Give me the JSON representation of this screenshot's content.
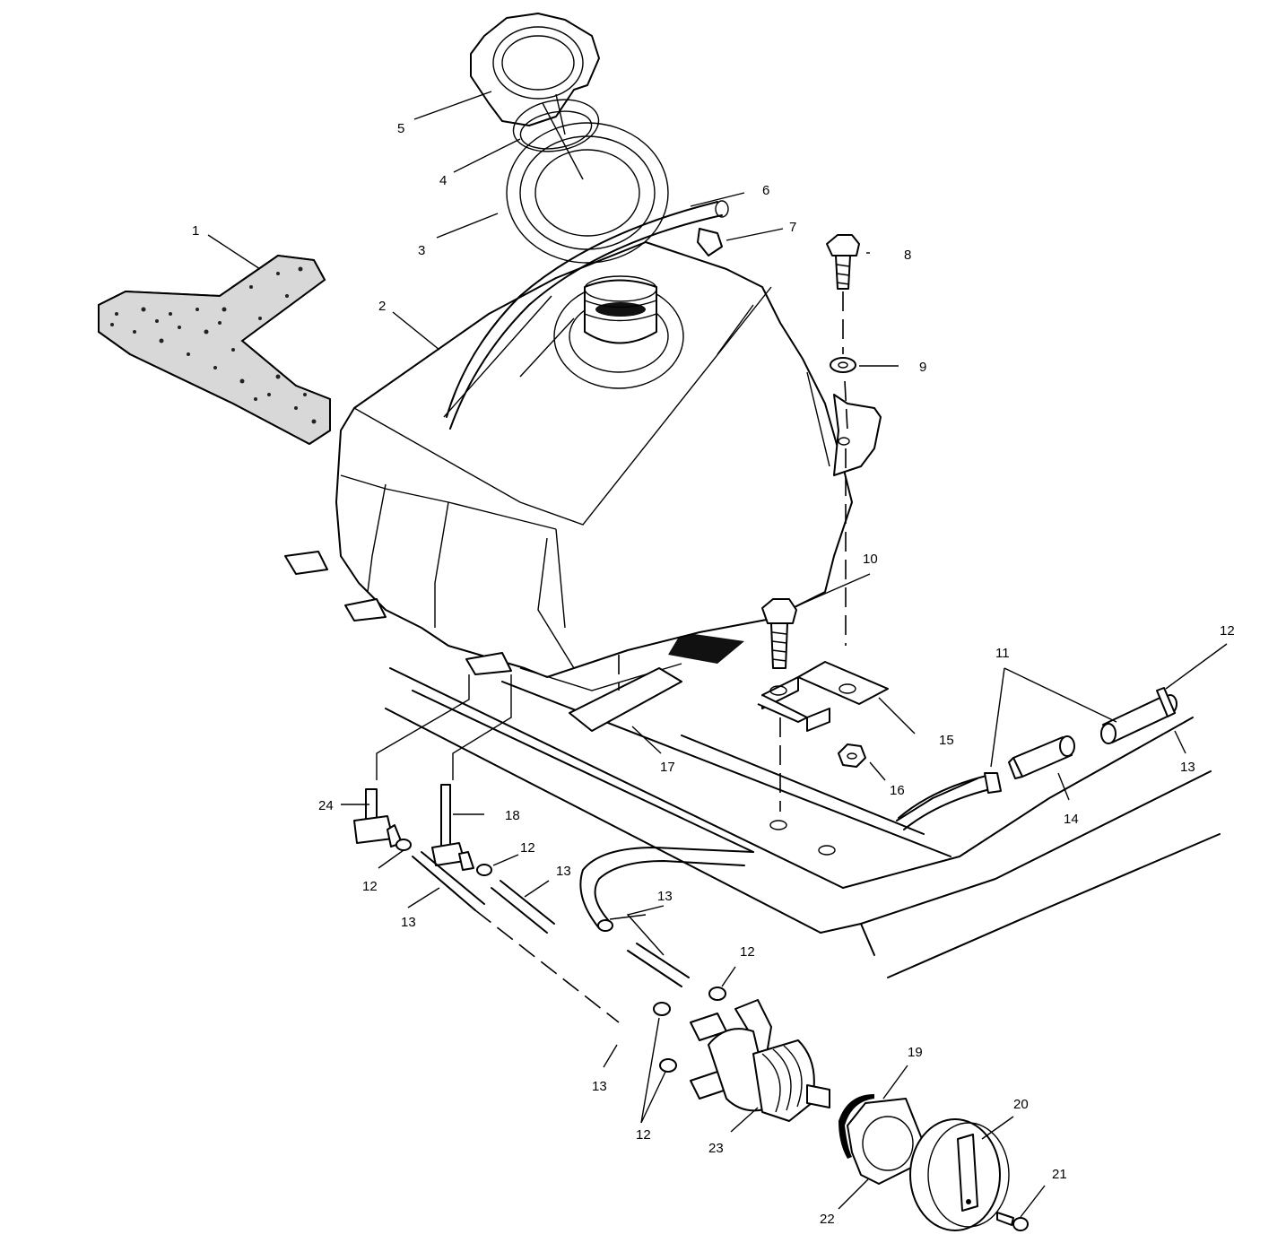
{
  "callouts": {
    "c1": "1",
    "c2": "2",
    "c3": "3",
    "c4": "4",
    "c5": "5",
    "c6": "6",
    "c7": "7",
    "c8": "8",
    "c9": "9",
    "c10": "10",
    "c11": "11",
    "c12_top": "12",
    "c12_left": "12",
    "c12_mid": "12",
    "c12_valve": "12",
    "c12_bottom": "12",
    "c13_right": "13",
    "c13_left": "13",
    "c13_mid": "13",
    "c13_upper": "13",
    "c13_bottom": "13",
    "c14": "14",
    "c15": "15",
    "c16": "16",
    "c17": "17",
    "c18": "18",
    "c19": "19",
    "c20": "20",
    "c21": "21",
    "c22": "22",
    "c23": "23",
    "c24": "24"
  }
}
